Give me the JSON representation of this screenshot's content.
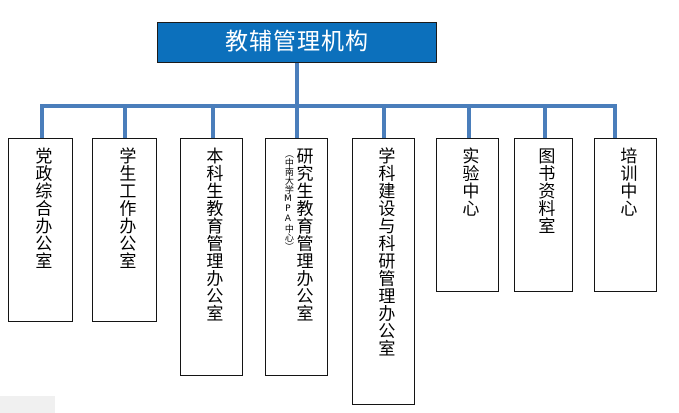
{
  "chart": {
    "title": "教辅管理机构",
    "type": "org-chart",
    "root": {
      "label": "教辅管理机构",
      "fill_color": "#0C70BC",
      "text_color": "#FFFFFF"
    },
    "connector_color": "#4A7EBB",
    "node_border_color": "#141414",
    "node_fill_color": "#FFFFFF",
    "children": [
      {
        "label": "党政综合办公室",
        "sublabel": ""
      },
      {
        "label": "学生工作办公室",
        "sublabel": ""
      },
      {
        "label": "本科生教育管理办公室",
        "sublabel": ""
      },
      {
        "label": "研究生教育管理办公室",
        "sublabel": "（中南大学MPA中心）"
      },
      {
        "label": "学科建设与科研管理办公室",
        "sublabel": ""
      },
      {
        "label": "实验中心",
        "sublabel": ""
      },
      {
        "label": "图书资料室",
        "sublabel": ""
      },
      {
        "label": "培训中心",
        "sublabel": ""
      }
    ]
  }
}
